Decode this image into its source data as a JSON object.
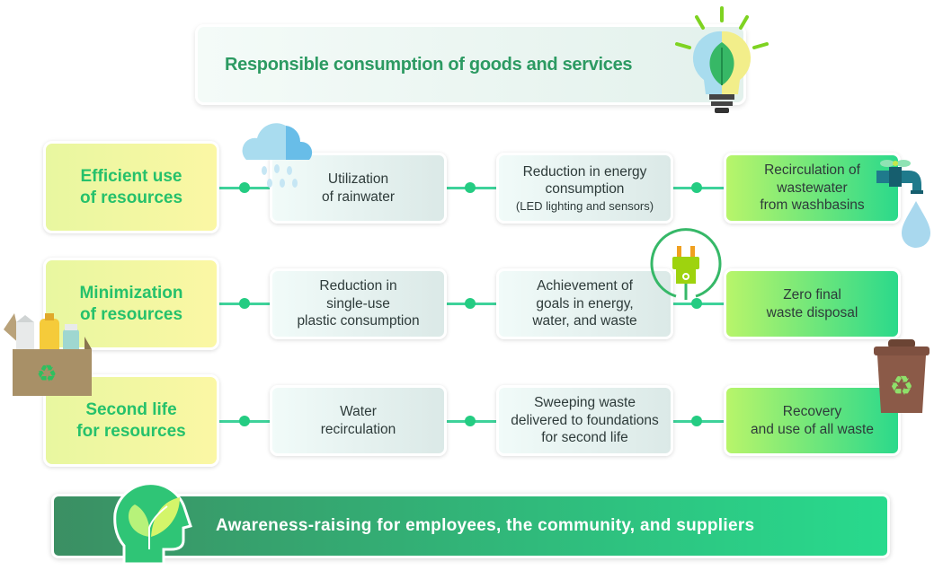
{
  "title": "Responsible consumption of goods and services",
  "rows": [
    {
      "category": "Efficient use\nof resources",
      "items": [
        {
          "lines": [
            "Utilization",
            "of rainwater"
          ]
        },
        {
          "lines": [
            "Reduction in energy",
            "consumption"
          ],
          "note": "(LED lighting and sensors)"
        },
        {
          "lines": [
            "Recirculation of",
            "wastewater",
            "from washbasins"
          ]
        }
      ]
    },
    {
      "category": "Minimization\nof resources",
      "items": [
        {
          "lines": [
            "Reduction in",
            "single-use",
            "plastic consumption"
          ]
        },
        {
          "lines": [
            "Achievement of",
            "goals in energy,",
            "water, and waste"
          ]
        },
        {
          "lines": [
            "Zero final",
            "waste disposal"
          ]
        }
      ]
    },
    {
      "category": "Second life\nfor resources",
      "items": [
        {
          "lines": [
            "Water",
            "recirculation"
          ]
        },
        {
          "lines": [
            "Sweeping waste",
            "delivered to foundations",
            "for second life"
          ]
        },
        {
          "lines": [
            "Recovery",
            "and use of all waste"
          ]
        }
      ]
    }
  ],
  "banner": "Awareness-raising for employees, the community, and suppliers",
  "colors": {
    "accent": "#25c16b",
    "connector": "#3ed29a",
    "category_bg": "#f3f8a2",
    "highlight_start": "#b8f56a",
    "highlight_end": "#2bd98b"
  },
  "icons": [
    "lightbulb-leaf-icon",
    "rain-cloud-icon",
    "faucet-icon",
    "water-drop-icon",
    "plug-icon",
    "recycling-box-icon",
    "recycle-bin-icon",
    "head-leaf-icon"
  ]
}
